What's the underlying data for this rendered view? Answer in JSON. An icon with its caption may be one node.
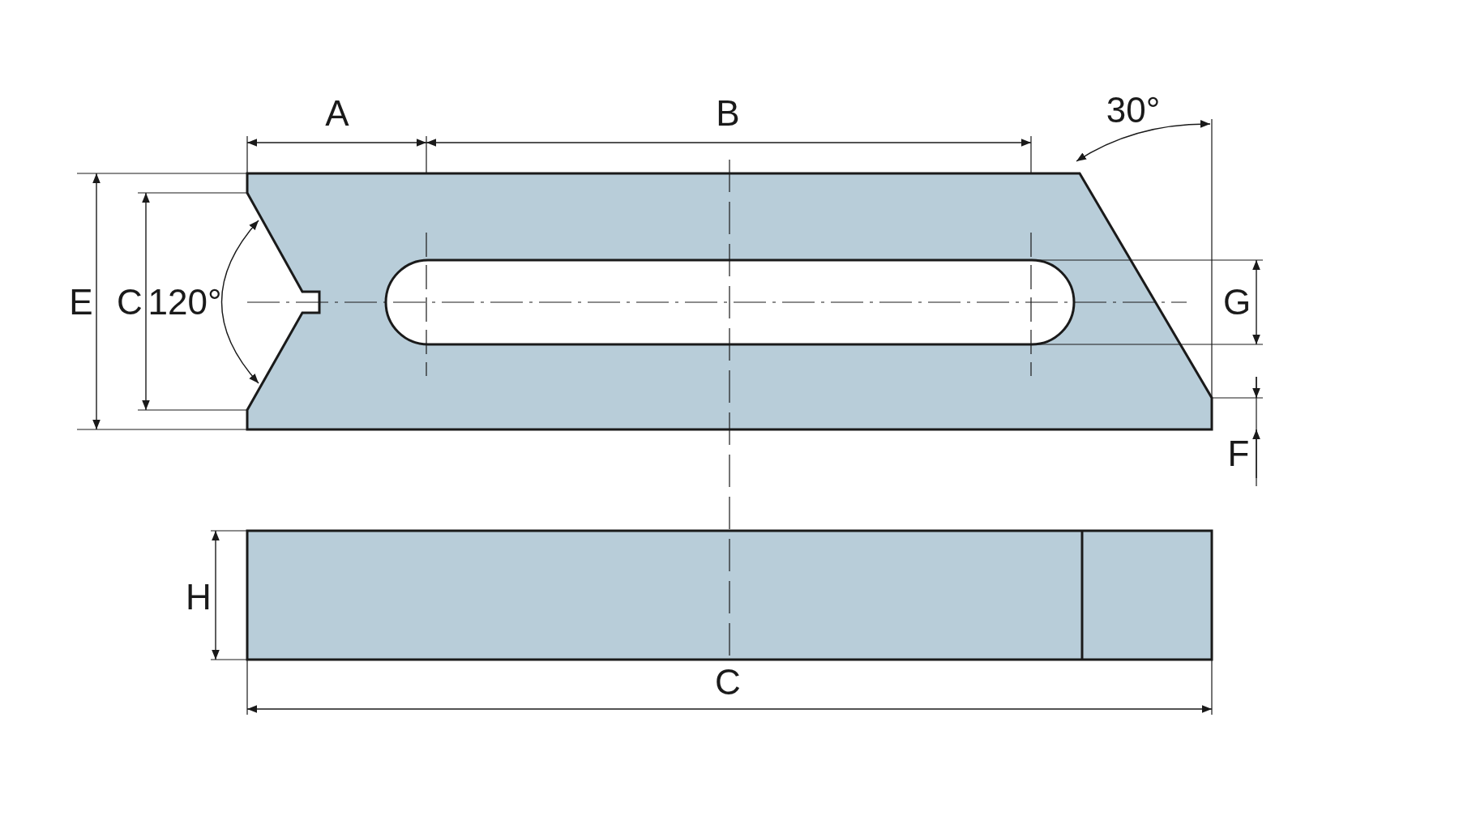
{
  "diagram": {
    "labels": [
      "A",
      "B",
      "30°",
      "E",
      "C",
      "120°",
      "G",
      "F",
      "H",
      "C"
    ]
  }
}
